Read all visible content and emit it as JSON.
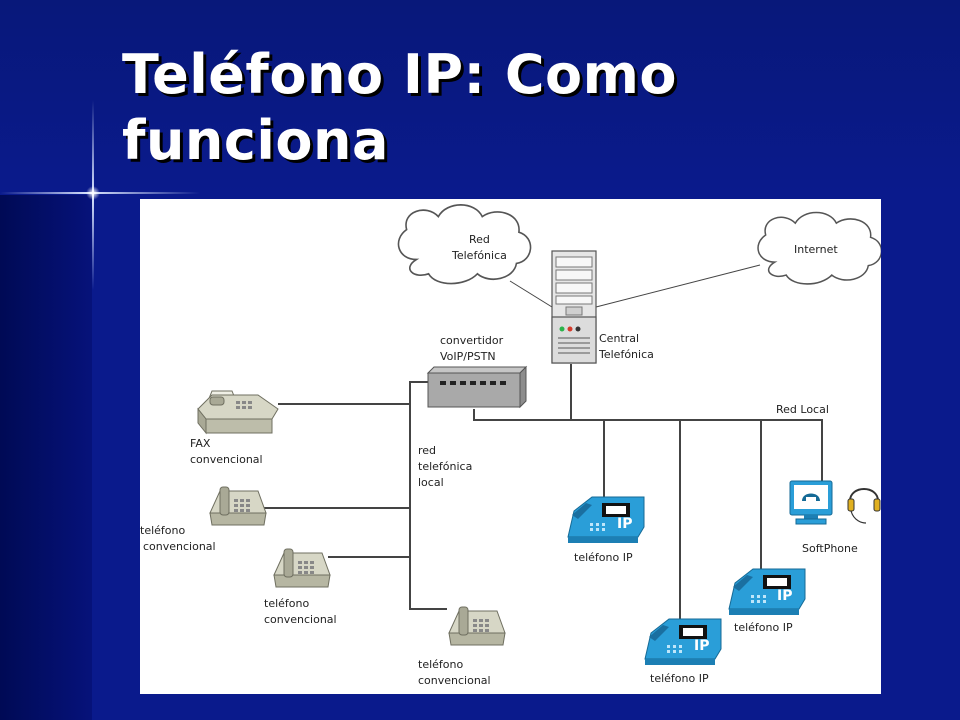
{
  "slide": {
    "title_line1": "Teléfono IP: Como",
    "title_line2": "funciona"
  },
  "diagram": {
    "cloud_pstn": [
      "Red",
      "Telefónica"
    ],
    "cloud_internet": "Internet",
    "pbx": [
      "Central",
      "Telefónica"
    ],
    "gateway": [
      "convertidor",
      "VoIP/PSTN"
    ],
    "lan": "Red Local",
    "local_network": [
      "red",
      "telefónica",
      "local"
    ],
    "fax": [
      "FAX",
      "convencional"
    ],
    "phone1": [
      "teléfono",
      "convencional"
    ],
    "phone2": [
      "teléfono",
      "convencional"
    ],
    "phone3": [
      "teléfono",
      "convencional"
    ],
    "ip_phone1": "teléfono IP",
    "ip_phone2": "teléfono IP",
    "ip_phone3": "teléfono IP",
    "softphone": "SoftPhone",
    "ip_badge": "IP"
  },
  "colors": {
    "background": "#0a1a8c",
    "title": "#ffffff",
    "ip_device": "#2a9ed8",
    "analog_device": "#c9c9b6",
    "line": "#444444"
  },
  "icons": [
    "cloud-icon",
    "server-icon",
    "gateway-icon",
    "fax-icon",
    "analog-phone-icon",
    "ip-phone-icon",
    "monitor-icon",
    "headset-icon"
  ]
}
